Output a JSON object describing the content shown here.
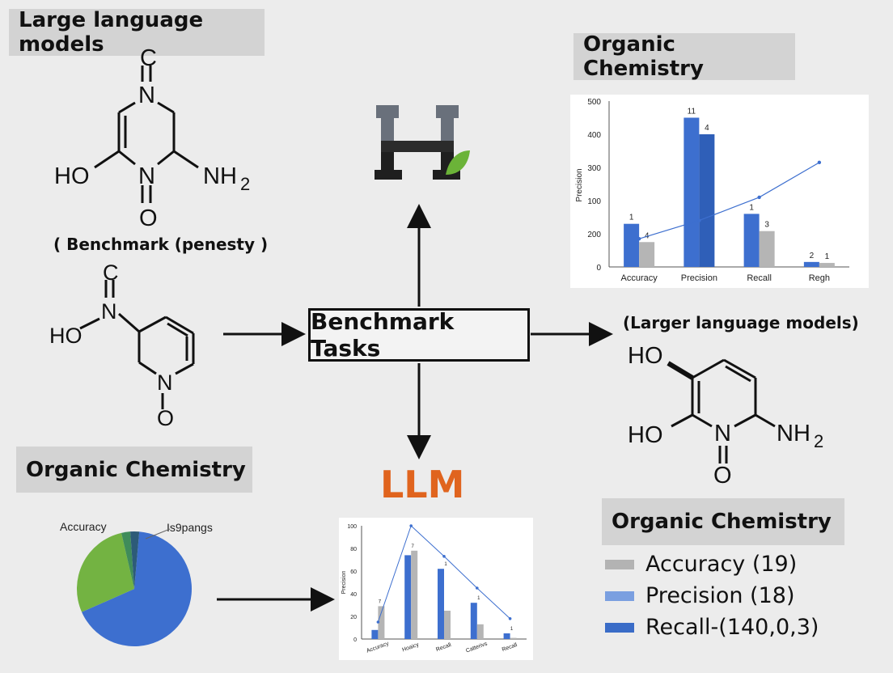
{
  "labels": {
    "top_left_title": "Large language models",
    "top_left_caption": "( Benchmark (penesty )",
    "top_right_title": "Organic Chemistry",
    "bottom_left_title": "Organic Chemistry",
    "right_caption": "(Larger language models)",
    "center_box": "Benchmark Tasks",
    "llm": "LLM",
    "legend_title": "Organic Chemistry"
  },
  "molecules": {
    "m1": {
      "top": "C",
      "n1": "N",
      "ho": "HO",
      "n2": "N",
      "nh": "NH",
      "sub": "2",
      "o": "O"
    },
    "m2": {
      "top": "C",
      "n1": "N",
      "ho": "HO",
      "n2": "N",
      "o": "O"
    },
    "m3": {
      "ho_top": "HO",
      "ho_bottom": "HO",
      "n": "N",
      "nh": "NH",
      "sub": "2",
      "o": "O"
    }
  },
  "legend": [
    {
      "label": "Accuracy (19)",
      "color": "#b3b3b3"
    },
    {
      "label": "Precision (18)",
      "color": "#7a9fe0"
    },
    {
      "label": "Recall-(140,0,3)",
      "color": "#3a6cc7"
    }
  ],
  "colors": {
    "blue": "#3d6fcf",
    "dark_blue": "#2f5fb8",
    "gray": "#b5b5b5",
    "green": "#73b342",
    "llm_orange": "#e0641e"
  },
  "chart_data": [
    {
      "type": "bar",
      "ylabel": "Precision",
      "categories": [
        "Accuracy",
        "Precision",
        "Recall",
        "Regh"
      ],
      "yticks": [
        "0",
        "200",
        "100",
        "300",
        "400",
        "500"
      ],
      "series": [
        {
          "values": [
            130,
            450,
            160,
            15
          ]
        },
        {
          "values": [
            75,
            400,
            108,
            12
          ]
        }
      ],
      "bar_labels": [
        [
          "1",
          "4"
        ],
        [
          "11",
          "4"
        ],
        [
          "1",
          "3"
        ],
        [
          "2",
          "1"
        ]
      ],
      "line": [
        85,
        140,
        210,
        315
      ]
    },
    {
      "type": "bar",
      "ylabel": "Precision",
      "categories": [
        "Accuracy",
        "Hoaicy",
        "Recall",
        "Catterivs",
        "Recall"
      ],
      "yticks": [
        "0",
        "20",
        "40",
        "60",
        "80",
        "100"
      ],
      "series": [
        {
          "values": [
            8,
            74,
            62,
            32,
            5
          ]
        },
        {
          "values": [
            29,
            78,
            25,
            13,
            1
          ]
        }
      ],
      "bar_labels": [
        "7",
        "7",
        "1",
        "1",
        "1"
      ],
      "line": [
        15,
        100,
        73,
        45,
        18
      ]
    },
    {
      "type": "pie",
      "labels": [
        "Accuracy",
        "Is9pangs"
      ],
      "values": [
        67,
        28,
        2.5,
        2.5
      ]
    }
  ]
}
